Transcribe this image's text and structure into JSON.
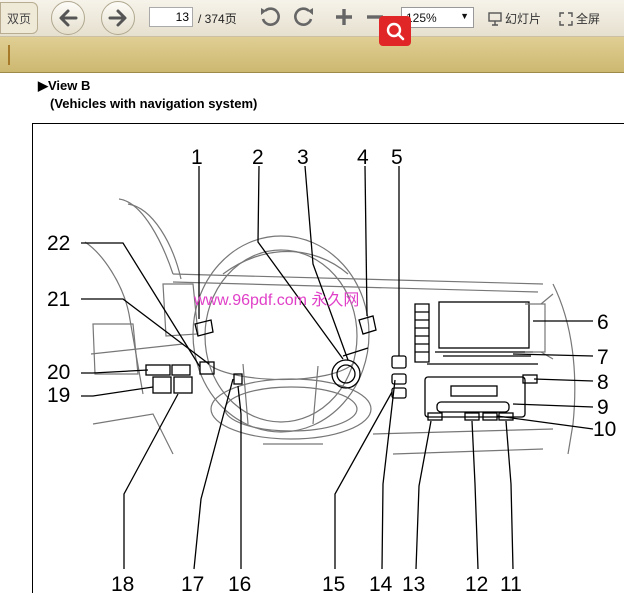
{
  "toolbar": {
    "mode_label": "双页",
    "page_current": "13",
    "page_total": "/ 374页",
    "zoom": "125%",
    "slideshow_label": "幻灯片",
    "fullscreen_label": "全屏"
  },
  "heading": {
    "view": "View B",
    "subtitle": "(Vehicles with navigation system)"
  },
  "figure": {
    "watermark": "www.96pdf.com 永久网",
    "callouts_top": [
      "1",
      "2",
      "3",
      "4",
      "5"
    ],
    "callouts_right": [
      "6",
      "7",
      "8",
      "9",
      "10"
    ],
    "callouts_left": [
      "22",
      "21",
      "20",
      "19"
    ],
    "callouts_bottom": [
      "18",
      "17",
      "16",
      "15",
      "14",
      "13",
      "12",
      "11"
    ]
  }
}
